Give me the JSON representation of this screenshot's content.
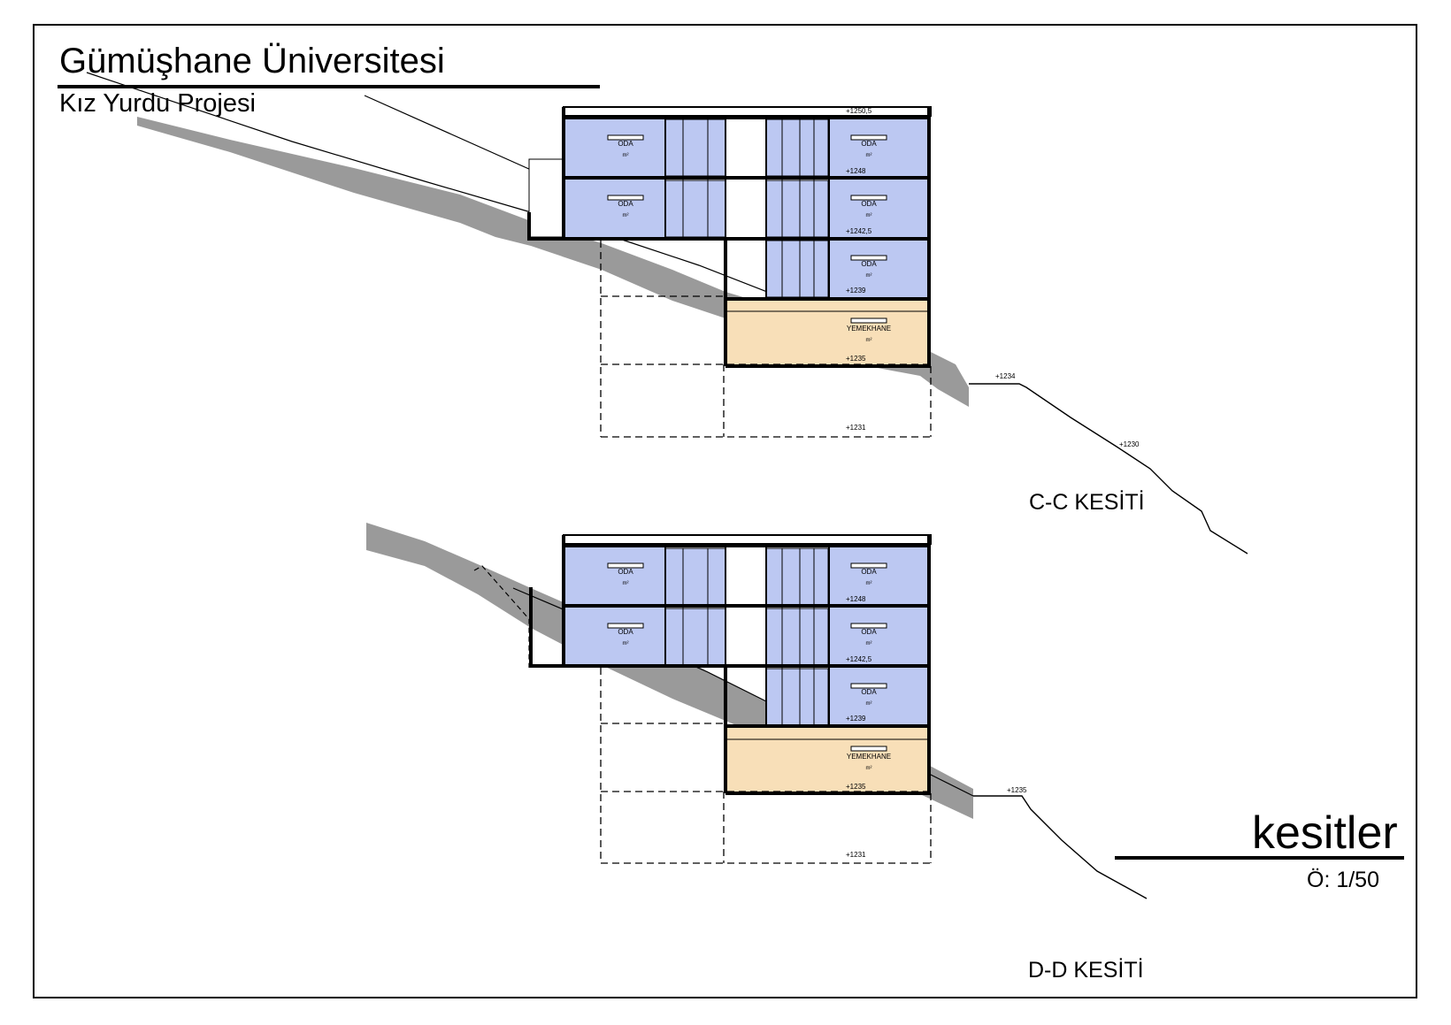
{
  "title_block": {
    "university": "Gümüşhane Üniversitesi",
    "project": "Kız Yurdu Projesi",
    "drawing_title": "kesitler",
    "scale": "Ö: 1/50"
  },
  "sections": [
    {
      "label": "C-C KESİTİ",
      "floors": [
        {
          "room": "ODA",
          "level": "+1248"
        },
        {
          "room": "ODA",
          "level": "+1242,5"
        },
        {
          "room": "ODA",
          "level": "+1239"
        },
        {
          "room": "YEMEKHANE",
          "level": "+1235"
        }
      ],
      "roof_level": "+1250,5",
      "foundation_level": "+1231",
      "terrain_levels": [
        "+1234",
        "+1230"
      ]
    },
    {
      "label": "D-D KESİTİ",
      "floors": [
        {
          "room": "ODA",
          "level": "+1248"
        },
        {
          "room": "ODA",
          "level": "+1242,5"
        },
        {
          "room": "ODA",
          "level": "+1239"
        },
        {
          "room": "YEMEKHANE",
          "level": "+1235"
        }
      ],
      "foundation_level": "+1231",
      "terrain_levels": [
        "+1235"
      ]
    }
  ],
  "room_area_mark": "m²",
  "colors": {
    "room_fill": "#bcc8f2",
    "dining_fill": "#f8dfb8",
    "terrain_fill": "#9a9a9a",
    "line": "#000000"
  }
}
